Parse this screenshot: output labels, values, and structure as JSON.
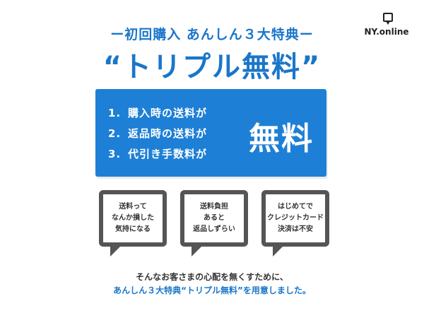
{
  "logo": {
    "text": "NY.online",
    "icon": "speech-bubble-icon"
  },
  "subtitle": "ー初回購入 あんしん３大特典ー",
  "headline": "“トリプル無料”",
  "benefits": {
    "items": [
      {
        "num": "1.",
        "text": "購入時の送料が"
      },
      {
        "num": "2.",
        "text": "返品時の送料が"
      },
      {
        "num": "3.",
        "text": "代引き手数料が"
      }
    ],
    "free_text": "無料"
  },
  "bubbles": [
    {
      "text": "送料って\nなんか損した\n気持になる"
    },
    {
      "text": "送料負担\nあると\n返品しずらい"
    },
    {
      "text": "はじめてで\nクレジットカード\n決済は不安"
    }
  ],
  "footer": {
    "line1": "そんなお客さまの心配を無くすために、",
    "line2": "あんしん３大特典“トリプル無料”を用意しました。"
  },
  "colors": {
    "accent": "#1a76c9",
    "box": "#1e7fd6",
    "bubble_border": "#555555"
  }
}
